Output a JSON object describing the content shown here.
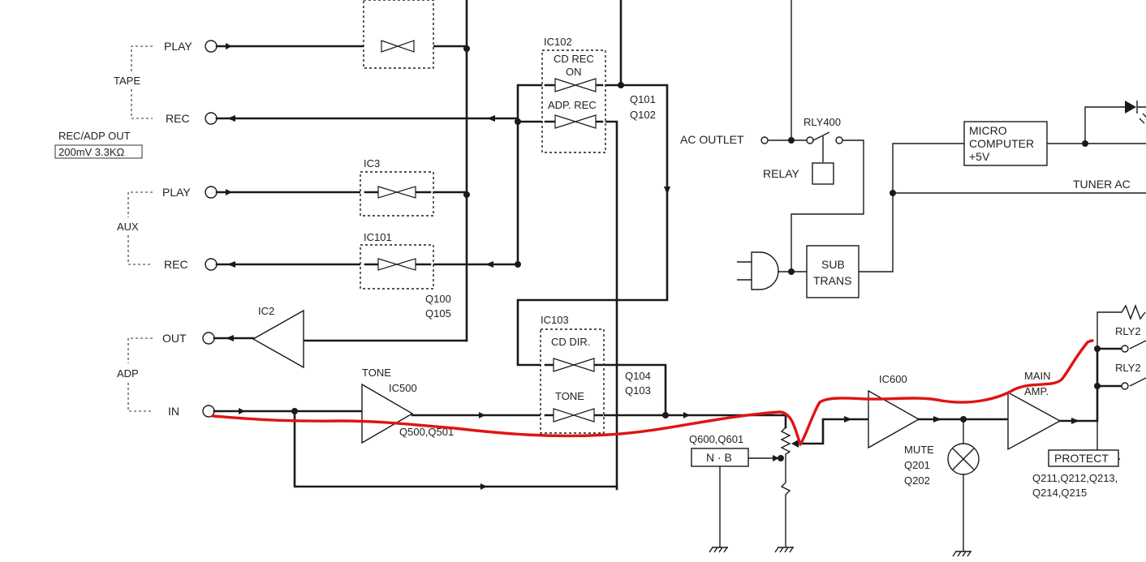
{
  "labels": {
    "tape": "TAPE",
    "tape_play": "PLAY",
    "tape_rec": "REC",
    "rec_adp_out": "REC/ADP OUT",
    "rec_adp_spec": "200mV 3.3KΩ",
    "aux": "AUX",
    "aux_play": "PLAY",
    "aux_rec": "REC",
    "adp": "ADP",
    "adp_out": "OUT",
    "adp_in": "IN",
    "ic2": "IC2",
    "ic3": "IC3",
    "ic101": "IC101",
    "q100": "Q100",
    "q105": "Q105",
    "ic102": "IC102",
    "cd_rec_on_1": "CD REC",
    "cd_rec_on_2": "ON",
    "adp_rec": "ADP. REC",
    "q101": "Q101",
    "q102": "Q102",
    "ic103": "IC103",
    "cd_dir": "CD DIR.",
    "tone_sw": "TONE",
    "q104": "Q104",
    "q103": "Q103",
    "tone": "TONE",
    "ic500": "IC500",
    "q500_q501": "Q500,Q501",
    "q600_q601": "Q600,Q601",
    "nb": "N · B",
    "ic600": "IC600",
    "mute": "MUTE",
    "q201": "Q201",
    "q202": "Q202",
    "main": "MAIN",
    "amp": "AMP.",
    "protect": "PROTECT",
    "protect_q1": "Q211,Q212,Q213,",
    "protect_q2": "Q214,Q215",
    "rly_a": "RLY2",
    "rly_b": "RLY2",
    "ac_outlet": "AC OUTLET",
    "rly400": "RLY400",
    "relay": "RELAY",
    "sub": "SUB",
    "trans": "TRANS",
    "micro": "MICRO",
    "computer": "COMPUTER",
    "plus5v": "+5V",
    "tuner_ac": "TUNER AC"
  },
  "colors": {
    "ink": "#1a1a1a",
    "annotation": "#e01414",
    "paper": "#ffffff"
  }
}
